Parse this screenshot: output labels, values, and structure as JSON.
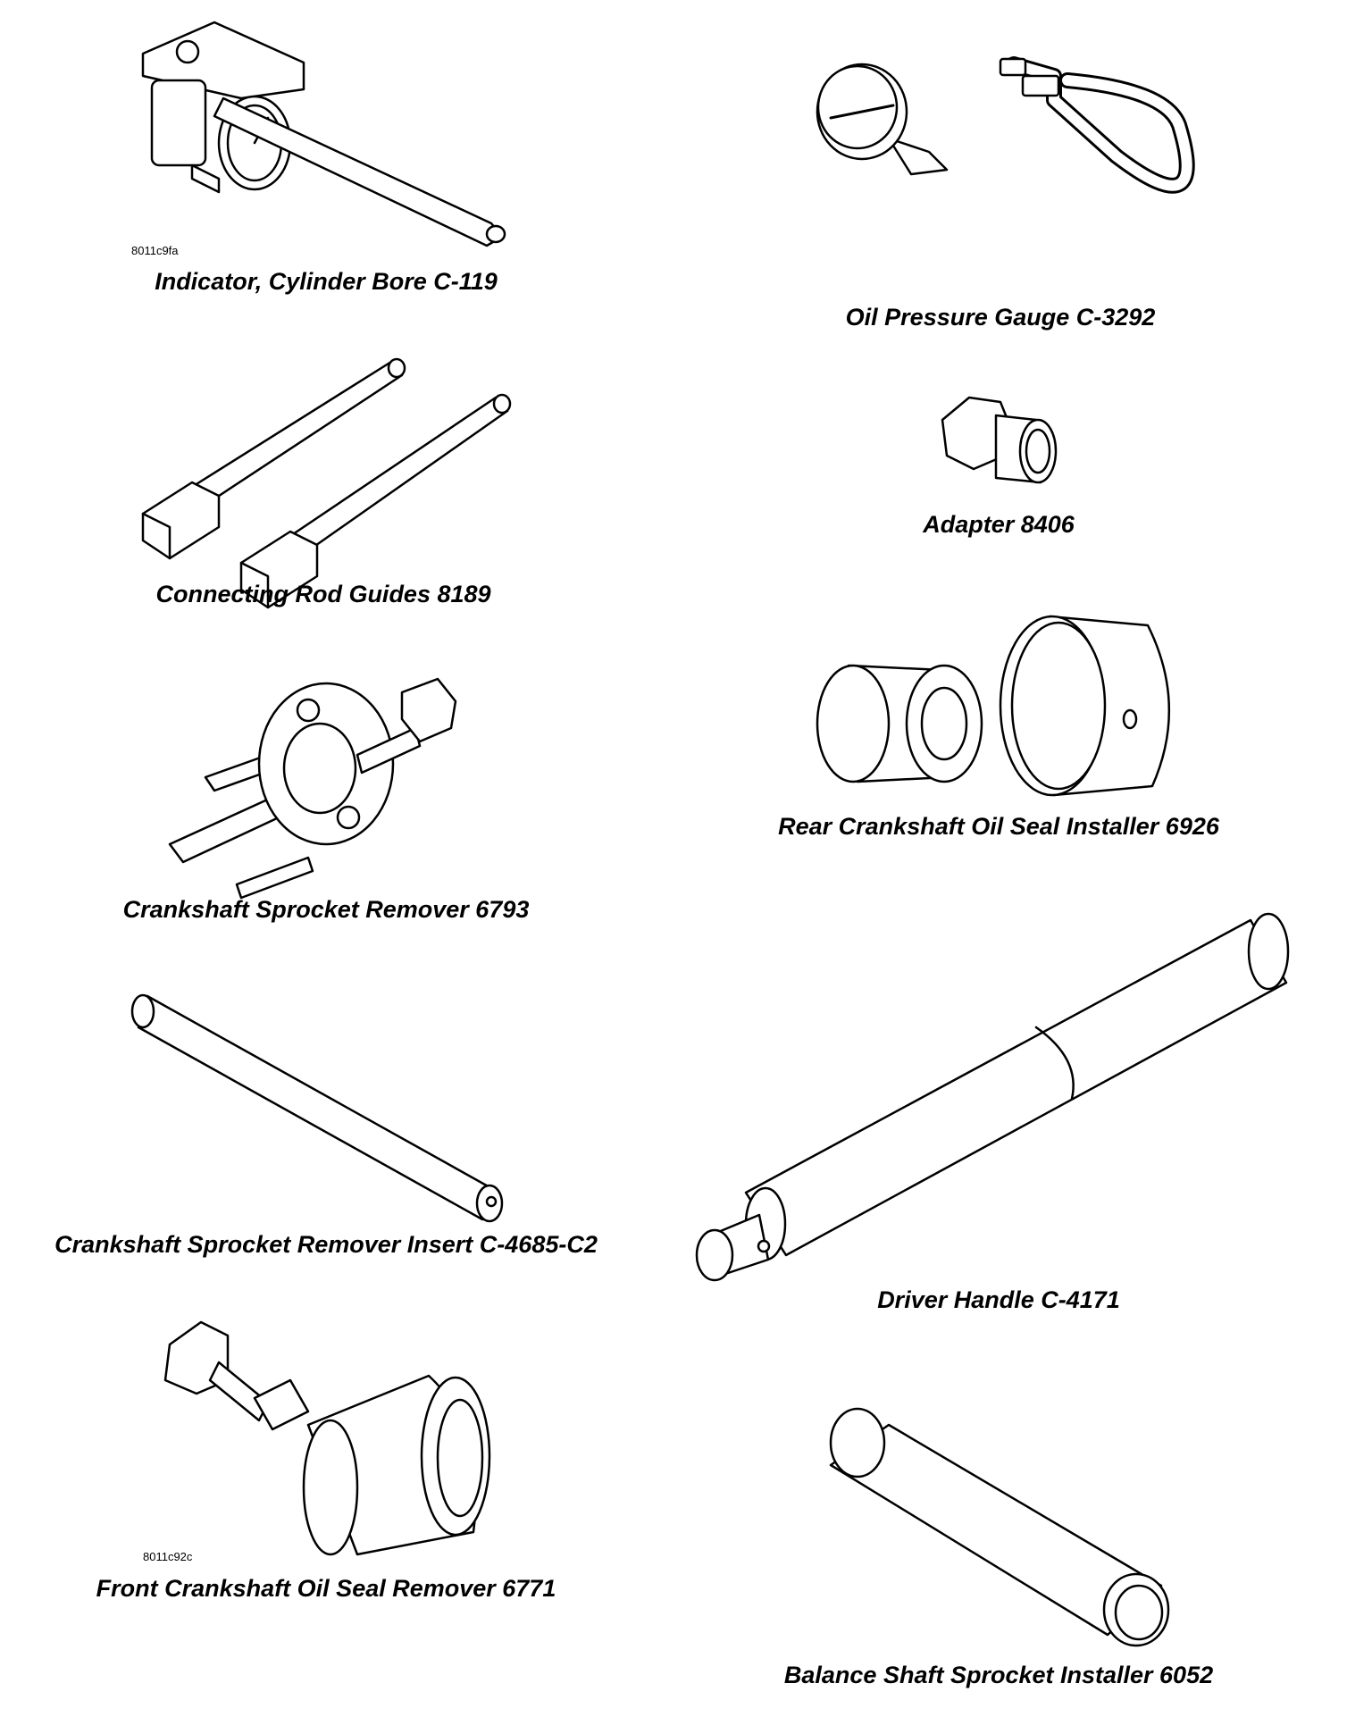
{
  "image_codes": [
    "8011c9fa",
    "8011c92c"
  ],
  "tools": [
    {
      "id": "cylinder-bore-indicator",
      "label": "Indicator, Cylinder Bore C-119"
    },
    {
      "id": "oil-pressure-gauge",
      "label": "Oil Pressure Gauge C-3292"
    },
    {
      "id": "connecting-rod-guides",
      "label": "Connecting Rod Guides 8189"
    },
    {
      "id": "adapter",
      "label": "Adapter 8406"
    },
    {
      "id": "crankshaft-sprocket-remover",
      "label": "Crankshaft Sprocket Remover 6793"
    },
    {
      "id": "rear-crankshaft-oil-seal-installer",
      "label": "Rear Crankshaft Oil Seal Installer 6926"
    },
    {
      "id": "crankshaft-sprocket-remover-insert",
      "label": "Crankshaft Sprocket Remover Insert C-4685-C2"
    },
    {
      "id": "driver-handle",
      "label": "Driver Handle C-4171"
    },
    {
      "id": "front-crankshaft-oil-seal-remover",
      "label": "Front Crankshaft Oil Seal Remover 6771"
    },
    {
      "id": "balance-shaft-sprocket-installer",
      "label": "Balance Shaft Sprocket Installer 6052"
    }
  ]
}
